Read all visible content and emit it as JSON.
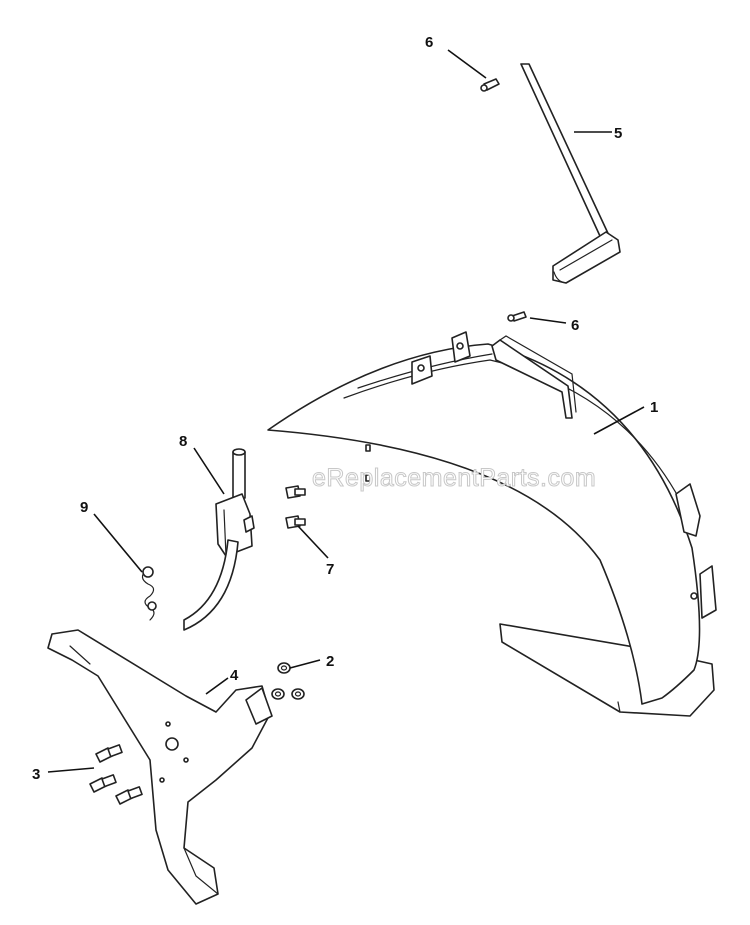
{
  "watermark": "eReplacementParts.com",
  "callouts": [
    {
      "id": "1",
      "label": "1"
    },
    {
      "id": "2",
      "label": "2"
    },
    {
      "id": "3",
      "label": "3"
    },
    {
      "id": "4",
      "label": "4"
    },
    {
      "id": "5",
      "label": "5"
    },
    {
      "id": "6a",
      "label": "6"
    },
    {
      "id": "6b",
      "label": "6"
    },
    {
      "id": "7",
      "label": "7"
    },
    {
      "id": "8",
      "label": "8"
    },
    {
      "id": "9",
      "label": "9"
    }
  ],
  "colors": {
    "line": "#222222",
    "background": "#ffffff",
    "watermark_outline": "#c8c8c8"
  }
}
